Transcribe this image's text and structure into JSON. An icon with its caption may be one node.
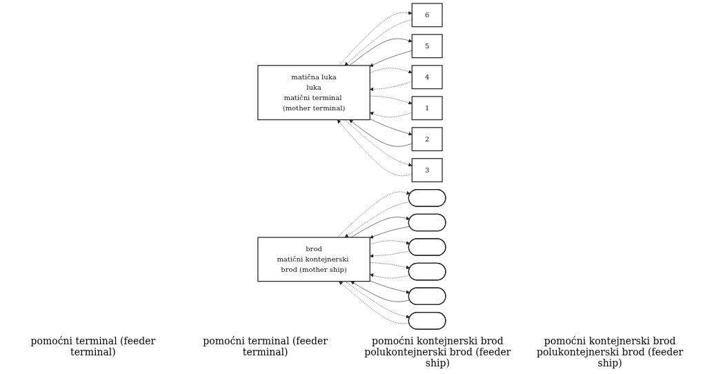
{
  "diagram": {
    "nodes": [
      {
        "text": [
          "matična luka",
          "luka",
          "matični terminal (mother terminal)"
        ]
      },
      {
        "text": [
          "6"
        ]
      },
      {
        "text": [
          "5"
        ]
      },
      {
        "text": [
          "4"
        ]
      },
      {
        "text": [
          "1"
        ]
      },
      {
        "text": [
          "2"
        ]
      },
      {
        "text": [
          "3"
        ]
      },
      {
        "text": [
          "brod",
          "matični kontejnerski brod (mother ship)"
        ]
      },
      {
        "text": [],
        "shape": "ellipse"
      },
      {
        "text": [],
        "shape": "ellipse"
      },
      {
        "text": [],
        "shape": "ellipse"
      },
      {
        "text": [],
        "shape": "ellipse"
      },
      {
        "text": [],
        "shape": "ellipse"
      },
      {
        "text": [],
        "shape": "ellipse"
      }
    ],
    "edges": [
      {
        "from": 1,
        "to": 0,
        "arrow": "to",
        "style": "dashed"
      },
      {
        "from": 0,
        "to": 1,
        "arrow": "to",
        "style": "dashed"
      },
      {
        "from": 2,
        "to": 0,
        "arrow": "to"
      },
      {
        "from": 0,
        "to": 2,
        "arrow": "to"
      },
      {
        "from": 3,
        "to": 0,
        "arrow": "to",
        "style": "dashed"
      },
      {
        "from": 0,
        "to": 3,
        "arrow": "to",
        "style": "dashed"
      },
      {
        "from": 0,
        "to": 4,
        "arrow": "to",
        "style": "dashed"
      },
      {
        "from": 4,
        "to": 0,
        "arrow": "to",
        "style": "dashed"
      },
      {
        "from": 0,
        "to": 5,
        "arrow": "to"
      },
      {
        "from": 5,
        "to": 0,
        "arrow": "to"
      },
      {
        "from": 0,
        "to": 6,
        "arrow": "to",
        "style": "dashed"
      },
      {
        "from": 6,
        "to": 0,
        "arrow": "to",
        "style": "dashed"
      },
      {
        "from": 8,
        "to": 7,
        "arrow": "to",
        "style": "dashed"
      },
      {
        "from": 7,
        "to": 8,
        "arrow": "to",
        "style": "dashed"
      },
      {
        "from": 9,
        "to": 7,
        "arrow": "to"
      },
      {
        "from": 7,
        "to": 9,
        "arrow": "to"
      },
      {
        "from": 10,
        "to": 7,
        "arrow": "to",
        "style": "dashed"
      },
      {
        "from": 7,
        "to": 10,
        "arrow": "to",
        "style": "dashed"
      },
      {
        "from": 7,
        "to": 11,
        "arrow": "to",
        "style": "dashed"
      },
      {
        "from": 11,
        "to": 7,
        "arrow": "to",
        "style": "dashed"
      },
      {
        "from": 7,
        "to": 12,
        "arrow": "to"
      },
      {
        "from": 12,
        "to": 7,
        "arrow": "to"
      },
      {
        "from": 7,
        "to": 13,
        "arrow": "to",
        "style": "dashed"
      },
      {
        "from": 13,
        "to": 7,
        "arrow": "to",
        "style": "dashed"
      }
    ],
    "labels": [
      "pomoćni terminal (feeder terminal)",
      "pomoćni terminal (feeder terminal)",
      "pomoćni kontejnerski brod polukontejnerski brod (feeder ship)",
      "pomoćni kontejnerski brod polukontejnerski brod (feeder ship)"
    ]
  }
}
